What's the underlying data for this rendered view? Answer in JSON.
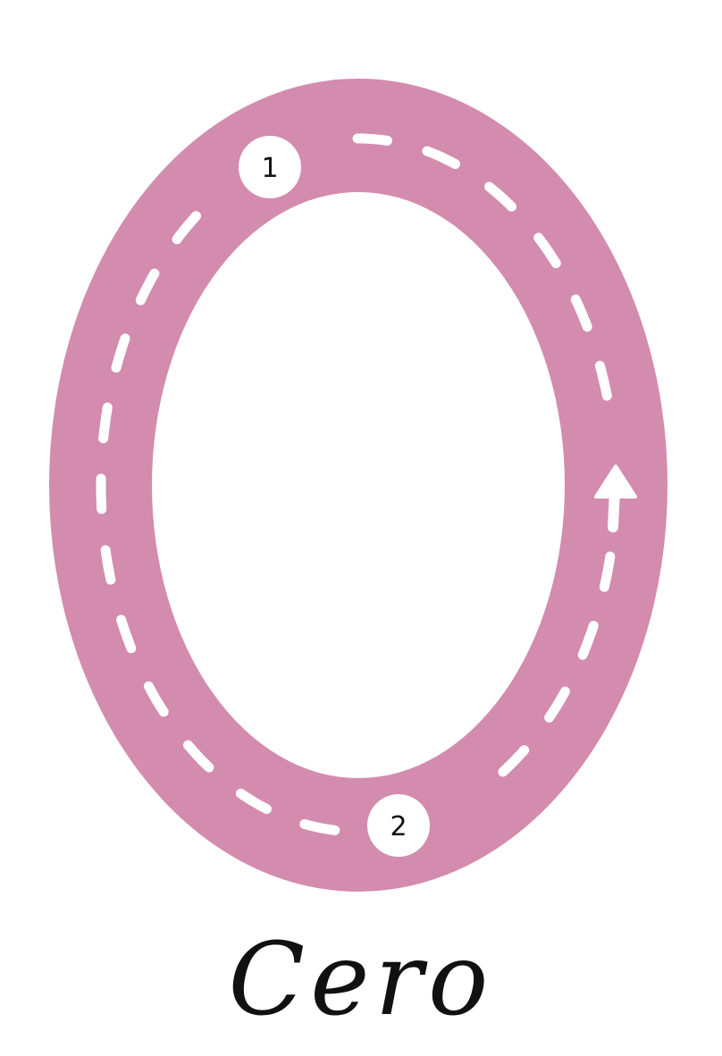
{
  "figure": {
    "word": "Cero",
    "start_marker": "1",
    "end_marker": "2",
    "colors": {
      "ring": "#d38bae",
      "background": "#ffffff",
      "dashes": "#ffffff",
      "marker_fill": "#ffffff",
      "marker_text": "#111111",
      "word_text": "#111111"
    },
    "icons": {
      "direction": "arrow-up-icon"
    }
  }
}
